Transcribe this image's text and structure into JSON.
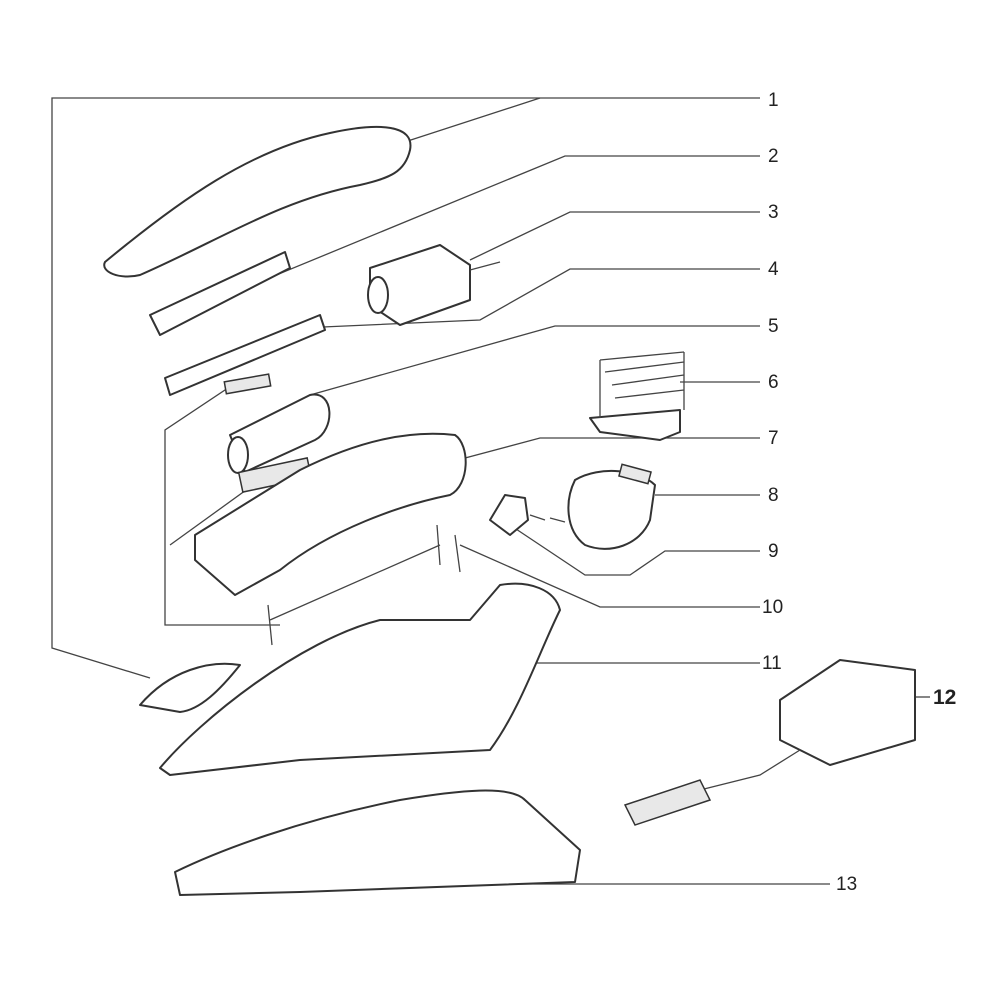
{
  "title": "Hair clipper exploded parts diagram",
  "callouts": [
    "1",
    "2",
    "3",
    "4",
    "5",
    "6",
    "7",
    "8",
    "9",
    "10",
    "11",
    "12",
    "13"
  ]
}
